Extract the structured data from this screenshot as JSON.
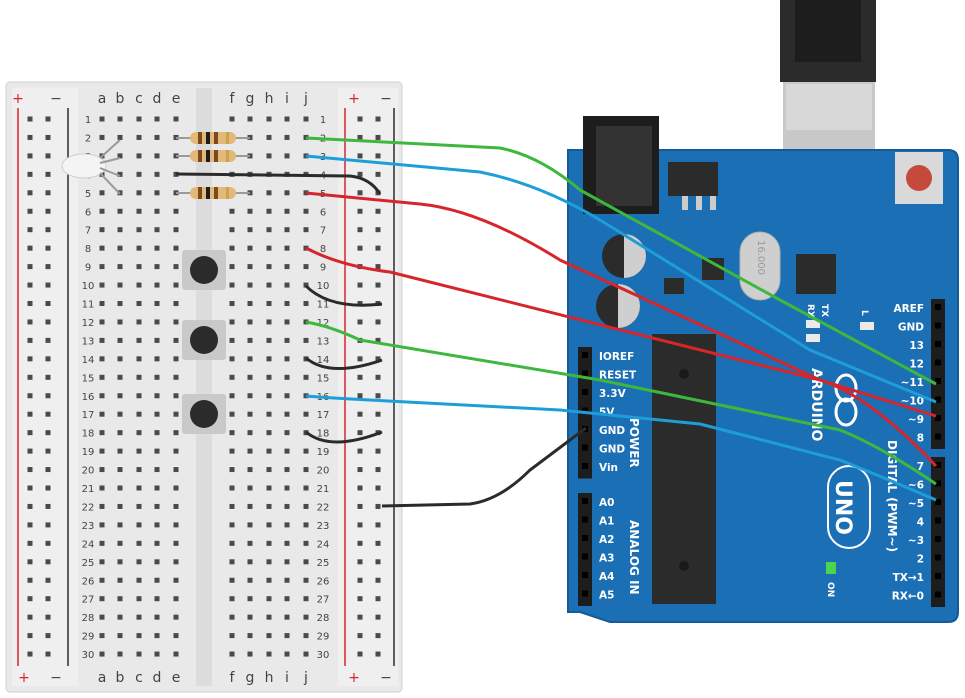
{
  "breadboard": {
    "rail_plus": "+",
    "rail_minus": "−",
    "columns_left": [
      "a",
      "b",
      "c",
      "d",
      "e"
    ],
    "columns_right": [
      "f",
      "g",
      "h",
      "i",
      "j"
    ],
    "rows": [
      "1",
      "2",
      "3",
      "4",
      "5",
      "6",
      "7",
      "8",
      "9",
      "10",
      "11",
      "12",
      "13",
      "14",
      "15",
      "16",
      "17",
      "18",
      "19",
      "20",
      "21",
      "22",
      "23",
      "24",
      "25",
      "26",
      "27",
      "28",
      "29",
      "30"
    ]
  },
  "arduino": {
    "brand": "ARDUINO",
    "model": "UNO",
    "crystal": "16.000",
    "power_header_title": "POWER",
    "power_pins": [
      "IOREF",
      "RESET",
      "3.3V",
      "5V",
      "GND",
      "GND",
      "Vin"
    ],
    "analog_header_title": "ANALOG IN",
    "analog_pins": [
      "A0",
      "A1",
      "A2",
      "A3",
      "A4",
      "A5"
    ],
    "digital_header_title": "DIGITAL (PWM~)",
    "digital_pins_top": [
      "AREF",
      "GND",
      "13",
      "12",
      "~11",
      "~10",
      "~9",
      "8"
    ],
    "digital_pins_bottom": [
      "7",
      "~6",
      "~5",
      "4",
      "~3",
      "2",
      "TX→1",
      "RX←0"
    ],
    "led_labels": {
      "tx": "TX",
      "rx": "RX",
      "l": "L",
      "on": "ON"
    }
  },
  "colors": {
    "board_blue": "#1b6fb5",
    "board_edge": "#155a96",
    "breadboard": "#ececec",
    "wire_green": "#3db83d",
    "wire_blue": "#1e9ed8",
    "wire_red": "#d6262b",
    "wire_black": "#2b2b2b",
    "rail_red": "#d6262b"
  },
  "components": {
    "rgb_led": "rgb-led",
    "resistors": 3,
    "pushbuttons": 3
  }
}
